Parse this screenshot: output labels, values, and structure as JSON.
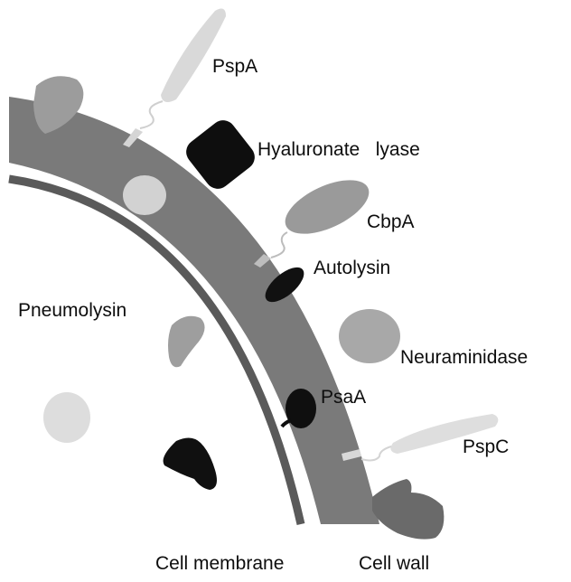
{
  "title": "Pneumococcal cell surface and secreted virulence factors",
  "structures": {
    "cell_membrane": {
      "label": "Cell membrane",
      "color": "#5e5e5e"
    },
    "cell_wall": {
      "label": "Cell wall",
      "color": "#777777"
    }
  },
  "proteins": [
    {
      "id": "pspa",
      "label": "PspA",
      "color": "#d9d9d9"
    },
    {
      "id": "hyaluronate-lyase",
      "label": "Hyaluronate   lyase",
      "color": "#0e0e0e"
    },
    {
      "id": "cbpa",
      "label": "CbpA",
      "color": "#9a9a9a"
    },
    {
      "id": "autolysin",
      "label": "Autolysin",
      "color": "#111111"
    },
    {
      "id": "pneumolysin",
      "label": "Pneumolysin",
      "color": "#9e9e9e"
    },
    {
      "id": "neuraminidase",
      "label": "Neuraminidase",
      "color": "#a8a8a8"
    },
    {
      "id": "psaa",
      "label": "PsaA",
      "color": "#0f0f0f"
    },
    {
      "id": "pspc",
      "label": "PspC",
      "color": "#dedede"
    }
  ],
  "colors": {
    "wall": "#7a7a7a",
    "membrane": "#5a5a5a",
    "light_protein": "#d8d8d8",
    "mid_protein": "#a0a0a0",
    "dark_protein": "#101010",
    "darkgray_protein": "#6a6a6a",
    "background": "#ffffff"
  }
}
